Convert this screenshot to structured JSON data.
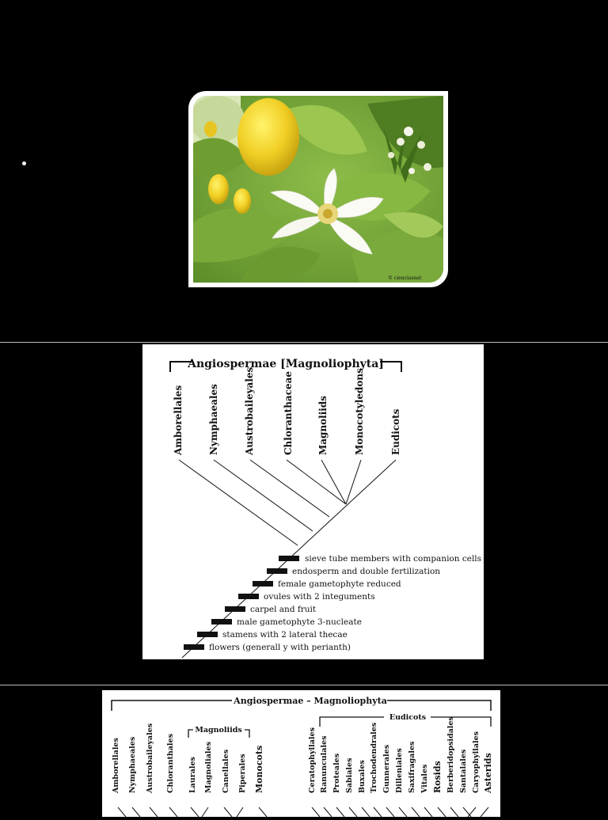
{
  "slide1": {
    "bullet_text": "",
    "photo": {
      "subject": "lemon tree with fruit and white flower",
      "watermark": "© cienciasnat"
    }
  },
  "slide2": {
    "title": "Angiospermae [Magnoliophyta]",
    "taxa": [
      "Amborellales",
      "Nymphaeales",
      "Austrobaileyales",
      "Chloranthaceae",
      "Magnoliids",
      "Monocotyledons",
      "Eudicots"
    ],
    "characters": [
      "sieve tube members with companion cells",
      "endosperm and double fertilization",
      "female gametophyte reduced",
      "ovules with 2 integuments",
      "carpel and fruit",
      "male gametophyte 3-nucleate",
      "stamens with 2 lateral thecae",
      "flowers (generall y with perianth)"
    ]
  },
  "slide3": {
    "title": "Angiospermae – Magnoliophyta",
    "group_magnoliids": "Magnoliids",
    "group_eudicots": "Eudicots",
    "taxa": [
      "Amborellales",
      "Nymphaeales",
      "Austrobaileyales",
      "Chloranthales",
      "Laurales",
      "Magnoliales",
      "Canellales",
      "Piperales",
      "Monocots",
      "Ceratophyllales",
      "Ranunculales",
      "Proteales",
      "Sabiales",
      "Buxales",
      "Trochodendrales",
      "Gunnerales",
      "Dilleniales",
      "Saxifragales",
      "Vitales",
      "Rosids",
      "Berberidopsidales",
      "Santalales",
      "Caryophyllales",
      "Asterids"
    ]
  }
}
